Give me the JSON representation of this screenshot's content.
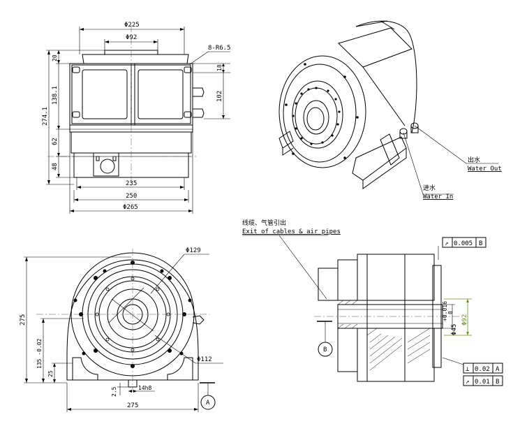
{
  "front_view": {
    "dims": {
      "d225": "Φ225",
      "d92": "Φ92",
      "r8": "8-R6.5",
      "h20": "20",
      "h138": "138.1",
      "h274": "274.1",
      "h62": "62",
      "h48": "48",
      "v18": "18",
      "v102": "102",
      "w235": "235",
      "w250": "250",
      "d265": "Φ265"
    }
  },
  "iso_view": {
    "water_out_cn": "出水",
    "water_out_en": "Water Out",
    "water_in_cn": "进水",
    "water_in_en": "Water In"
  },
  "end_view": {
    "dims": {
      "d129": "Φ129",
      "d112": "Φ112",
      "h275": "275",
      "h135": "135 -0.02",
      "h25": "25",
      "h2_5": "2.5",
      "w14": "14h8",
      "w275": "275"
    },
    "datum_a": "A"
  },
  "section_view": {
    "cable_cn": "线缆、气管引出",
    "cable_en": "Exit of cables & air pipes",
    "tol_top": {
      "sym": "↗",
      "val": "0.005",
      "ref": "B"
    },
    "d45": "Φ45",
    "d45_tol_hi": "+0.016",
    "d45_tol_lo": "0",
    "d92": "Φ92",
    "datum_b": "B",
    "tol_bot1": {
      "sym": "⊥",
      "val": "0.02",
      "ref": "A"
    },
    "tol_bot2": {
      "sym": "↗",
      "val": "0.01",
      "ref": "B"
    }
  },
  "colors": {
    "line": "#000000",
    "dim_highlight": "#6b8e23"
  }
}
